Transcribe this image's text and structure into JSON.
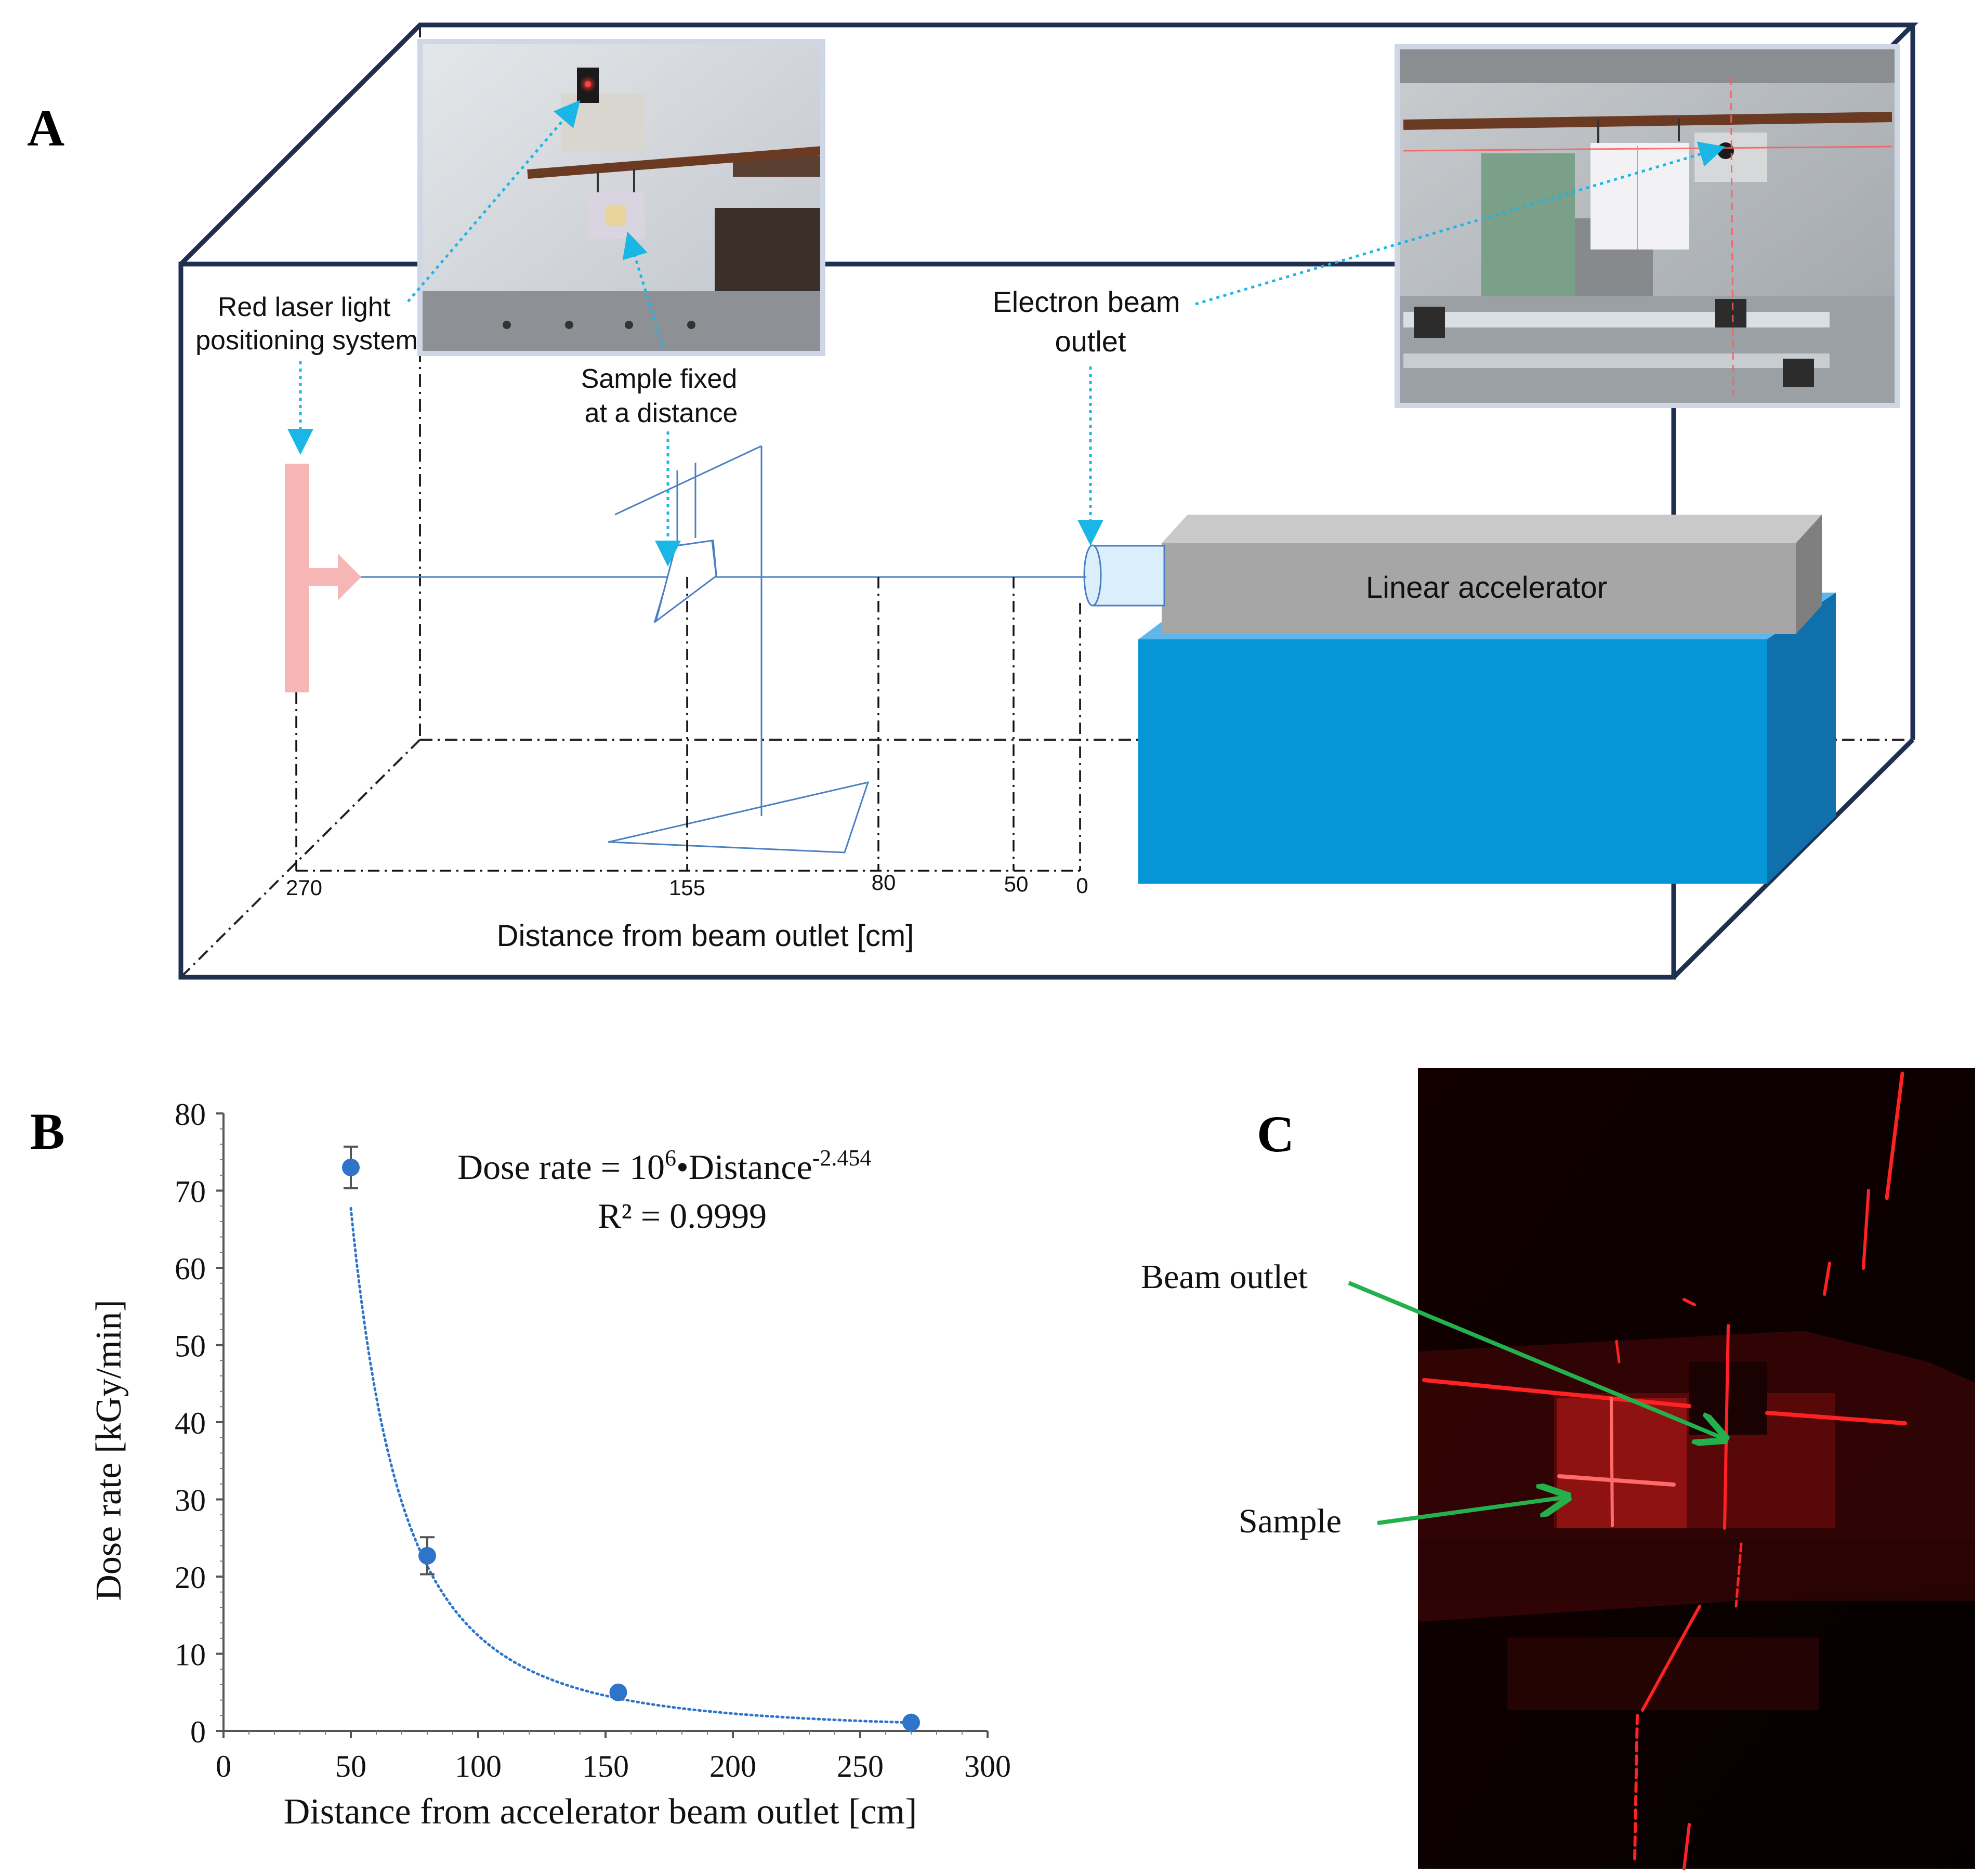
{
  "panels": {
    "a": "A",
    "b": "B",
    "c": "C"
  },
  "diagram_a": {
    "labels": {
      "laser_line1": "Red laser light",
      "laser_line2": "positioning system",
      "sample_line1": "Sample fixed",
      "sample_line2": "at a distance",
      "outlet_line1": "Electron beam",
      "outlet_line2": "outlet",
      "accelerator": "Linear accelerator",
      "axis_title": "Distance from beam outlet [cm]"
    },
    "distance_ticks": [
      "270",
      "155",
      "80",
      "50",
      "0"
    ],
    "colors": {
      "box_outline": "#1f2f4f",
      "beam_line": "#4a7fc1",
      "callout_arrow": "#19b6e6",
      "laser_bar": "#f7b6b6",
      "accelerator_top": "#a6a6a6",
      "base_front": "#0596d8"
    }
  },
  "chart_data": {
    "type": "scatter",
    "x": [
      50,
      80,
      155,
      270
    ],
    "y": [
      73,
      22.7,
      5,
      1.1
    ],
    "error_bars": [
      2.7,
      2.4,
      0,
      0
    ],
    "trendline": {
      "type": "power",
      "coefficient": 1000000,
      "exponent": -2.454
    },
    "equation_parts": {
      "lhs": "Dose rate = 10",
      "lhs_sup": "6",
      "mid": "•Distance",
      "mid_sup": "-2.454"
    },
    "r2": "R² = 0.9999",
    "xlabel": "Distance from accelerator beam outlet [cm]",
    "ylabel": "Dose rate [kGy/min]",
    "xlim": [
      0,
      300
    ],
    "ylim": [
      0,
      80
    ],
    "xticks": [
      0,
      50,
      100,
      150,
      200,
      250,
      300
    ],
    "yticks": [
      0,
      10,
      20,
      30,
      40,
      50,
      60,
      70,
      80
    ],
    "grid": false,
    "colors": {
      "marker": "#2e75c9",
      "trendline": "#2e75c9",
      "error_bar": "#555555"
    }
  },
  "photo_c": {
    "labels": {
      "beam_outlet": "Beam outlet",
      "sample": "Sample"
    },
    "colors": {
      "arrow": "#23b14d",
      "laser": "#ff2222"
    }
  }
}
